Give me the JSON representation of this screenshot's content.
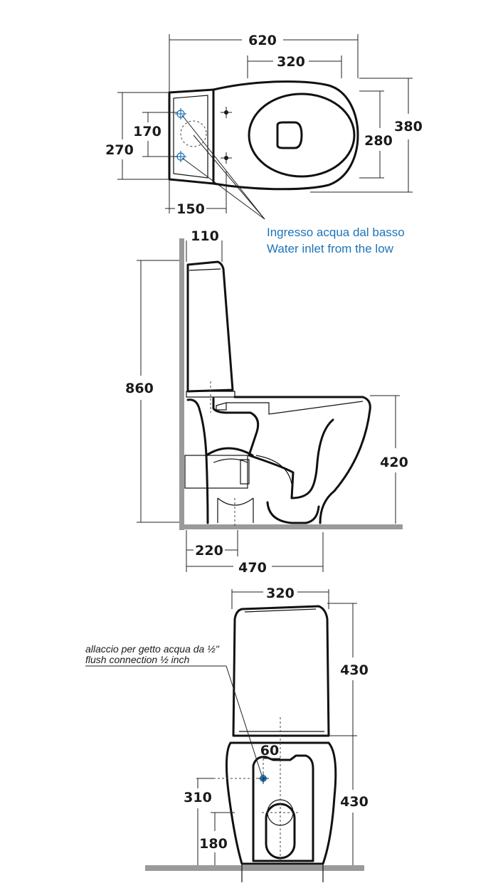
{
  "top_view": {
    "dim_total_length": "620",
    "dim_seat_offset": "320",
    "dim_total_width": "380",
    "dim_bowl_width": "280",
    "dim_fixing_spacing": "170",
    "dim_tank_width": "270",
    "dim_inlet_offset": "150"
  },
  "water_inlet_note": {
    "it": "Ingresso acqua dal basso",
    "en": "Water inlet from the low"
  },
  "side_view": {
    "dim_tank_depth": "110",
    "dim_total_height": "860",
    "dim_seat_height": "420",
    "dim_outlet_distance": "220",
    "dim_depth": "470"
  },
  "rear_view": {
    "dim_tank_width": "320",
    "dim_tank_height": "430",
    "dim_base_height": "430",
    "dim_inlet_offset": "60",
    "dim_inlet_height": "310",
    "dim_outlet_height": "180",
    "flush_note_it": "allaccio per getto acqua da ½\"",
    "flush_note_en": "flush connection ½ inch"
  },
  "colors": {
    "line": "#111111",
    "accent_blue": "#1e74b8",
    "floor_grey": "#9a9a9a"
  }
}
